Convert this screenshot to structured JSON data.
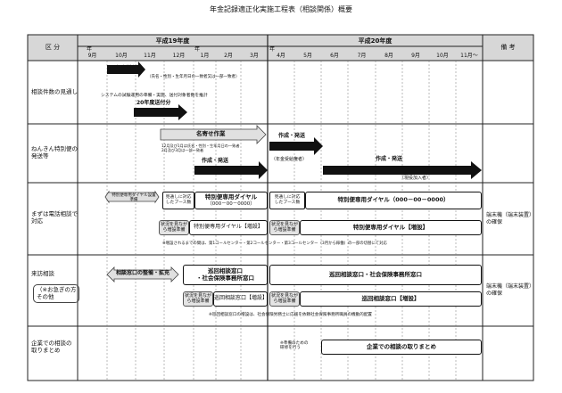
{
  "title": "年金記録適正化実施工程表（相談関係）概要",
  "header": {
    "col_label": "区 分",
    "fy19": "平成19年度",
    "fy20": "平成20年度",
    "remarks": "備 考",
    "nen": "年",
    "months19": [
      "9月",
      "10月",
      "11月",
      "12月",
      "1月",
      "2月",
      "3月"
    ],
    "months20": [
      "4月",
      "5月",
      "6月",
      "7月",
      "8月",
      "9月",
      "10月",
      "11月～"
    ]
  },
  "rows": {
    "r1_label": "相談件数の見通し",
    "r2_label": "ねんきん特別便の\n発送等",
    "r3_label": "まずは電話相談で\n対応",
    "r4_label": "来訪相談",
    "r4_sublabel": "（※お急ぎの方\nその他",
    "r5_label": "企業での相談の\n取りまとめ"
  },
  "r1": {
    "a1": "19年度送付分",
    "a1_note": "（氏名・性別・生年月日の一致者又は一部一致者）",
    "sys_note": "システムの試験運用の準備・実施、送付対象者数を推計",
    "a2": "20年度送付分"
  },
  "r2": {
    "name_match": "名寄せ作業",
    "match_note": "12月及び1月は氏名・性別・生年月日の一致者\n2月及び3月は一部一致者",
    "send1": "作成・発送",
    "send2": "作成・発送",
    "send3": "作成・発送",
    "pensioner": "（年金受給権者）",
    "current": "（現役加入者）"
  },
  "r3": {
    "prep": "特別便専用ダイヤル設置準備",
    "booths1": "見通しに対応\nしたブース数",
    "dial1": "特別便専用ダイヤル",
    "dial1_num": "（000－00－0000）",
    "booths2": "見通しに対応\nしたブース数",
    "dial2": "特別便専用ダイヤル（000－00－0000）",
    "status1": "状況を見なが\nら増設準備",
    "dial_more": "特別便専用ダイヤル【増設】",
    "status2": "状況を見なが\nら増設準備",
    "dial_more2": "特別便専用ダイヤル【増設】",
    "note": "※増設されるまでの間は、第1コールセンター・第2コールセンター・第3コールセンター（3月から稼働）の一部の切替にて対応",
    "remark": "端末機（端末装置）\nの確保"
  },
  "r4": {
    "window_prep": "相談窓口の整備・拡充",
    "tour1": "巡回相談窓口\n・社会保険事務所窓口",
    "tour2": "巡回相談窓口・社会保険事務所窓口",
    "status1": "状況を見なが\nら増設準備",
    "tour_more": "巡回相談窓口【増設】",
    "status2": "状況を見なが\nら増設準備",
    "tour_more2": "巡回相談窓口【増設】",
    "note": "※巡回相談窓口の増設は、社会保険労務士に応援を依頼社会保険事務所職員の機動的配置",
    "remark": "端末機（端末装置）\nの確保"
  },
  "r5": {
    "prep": "※準備のための\n研修を行う",
    "summary": "企業での相談の取りまとめ"
  },
  "colors": {
    "arrow": "#111111",
    "grey": "#e4e4e4",
    "line": "#222222"
  }
}
